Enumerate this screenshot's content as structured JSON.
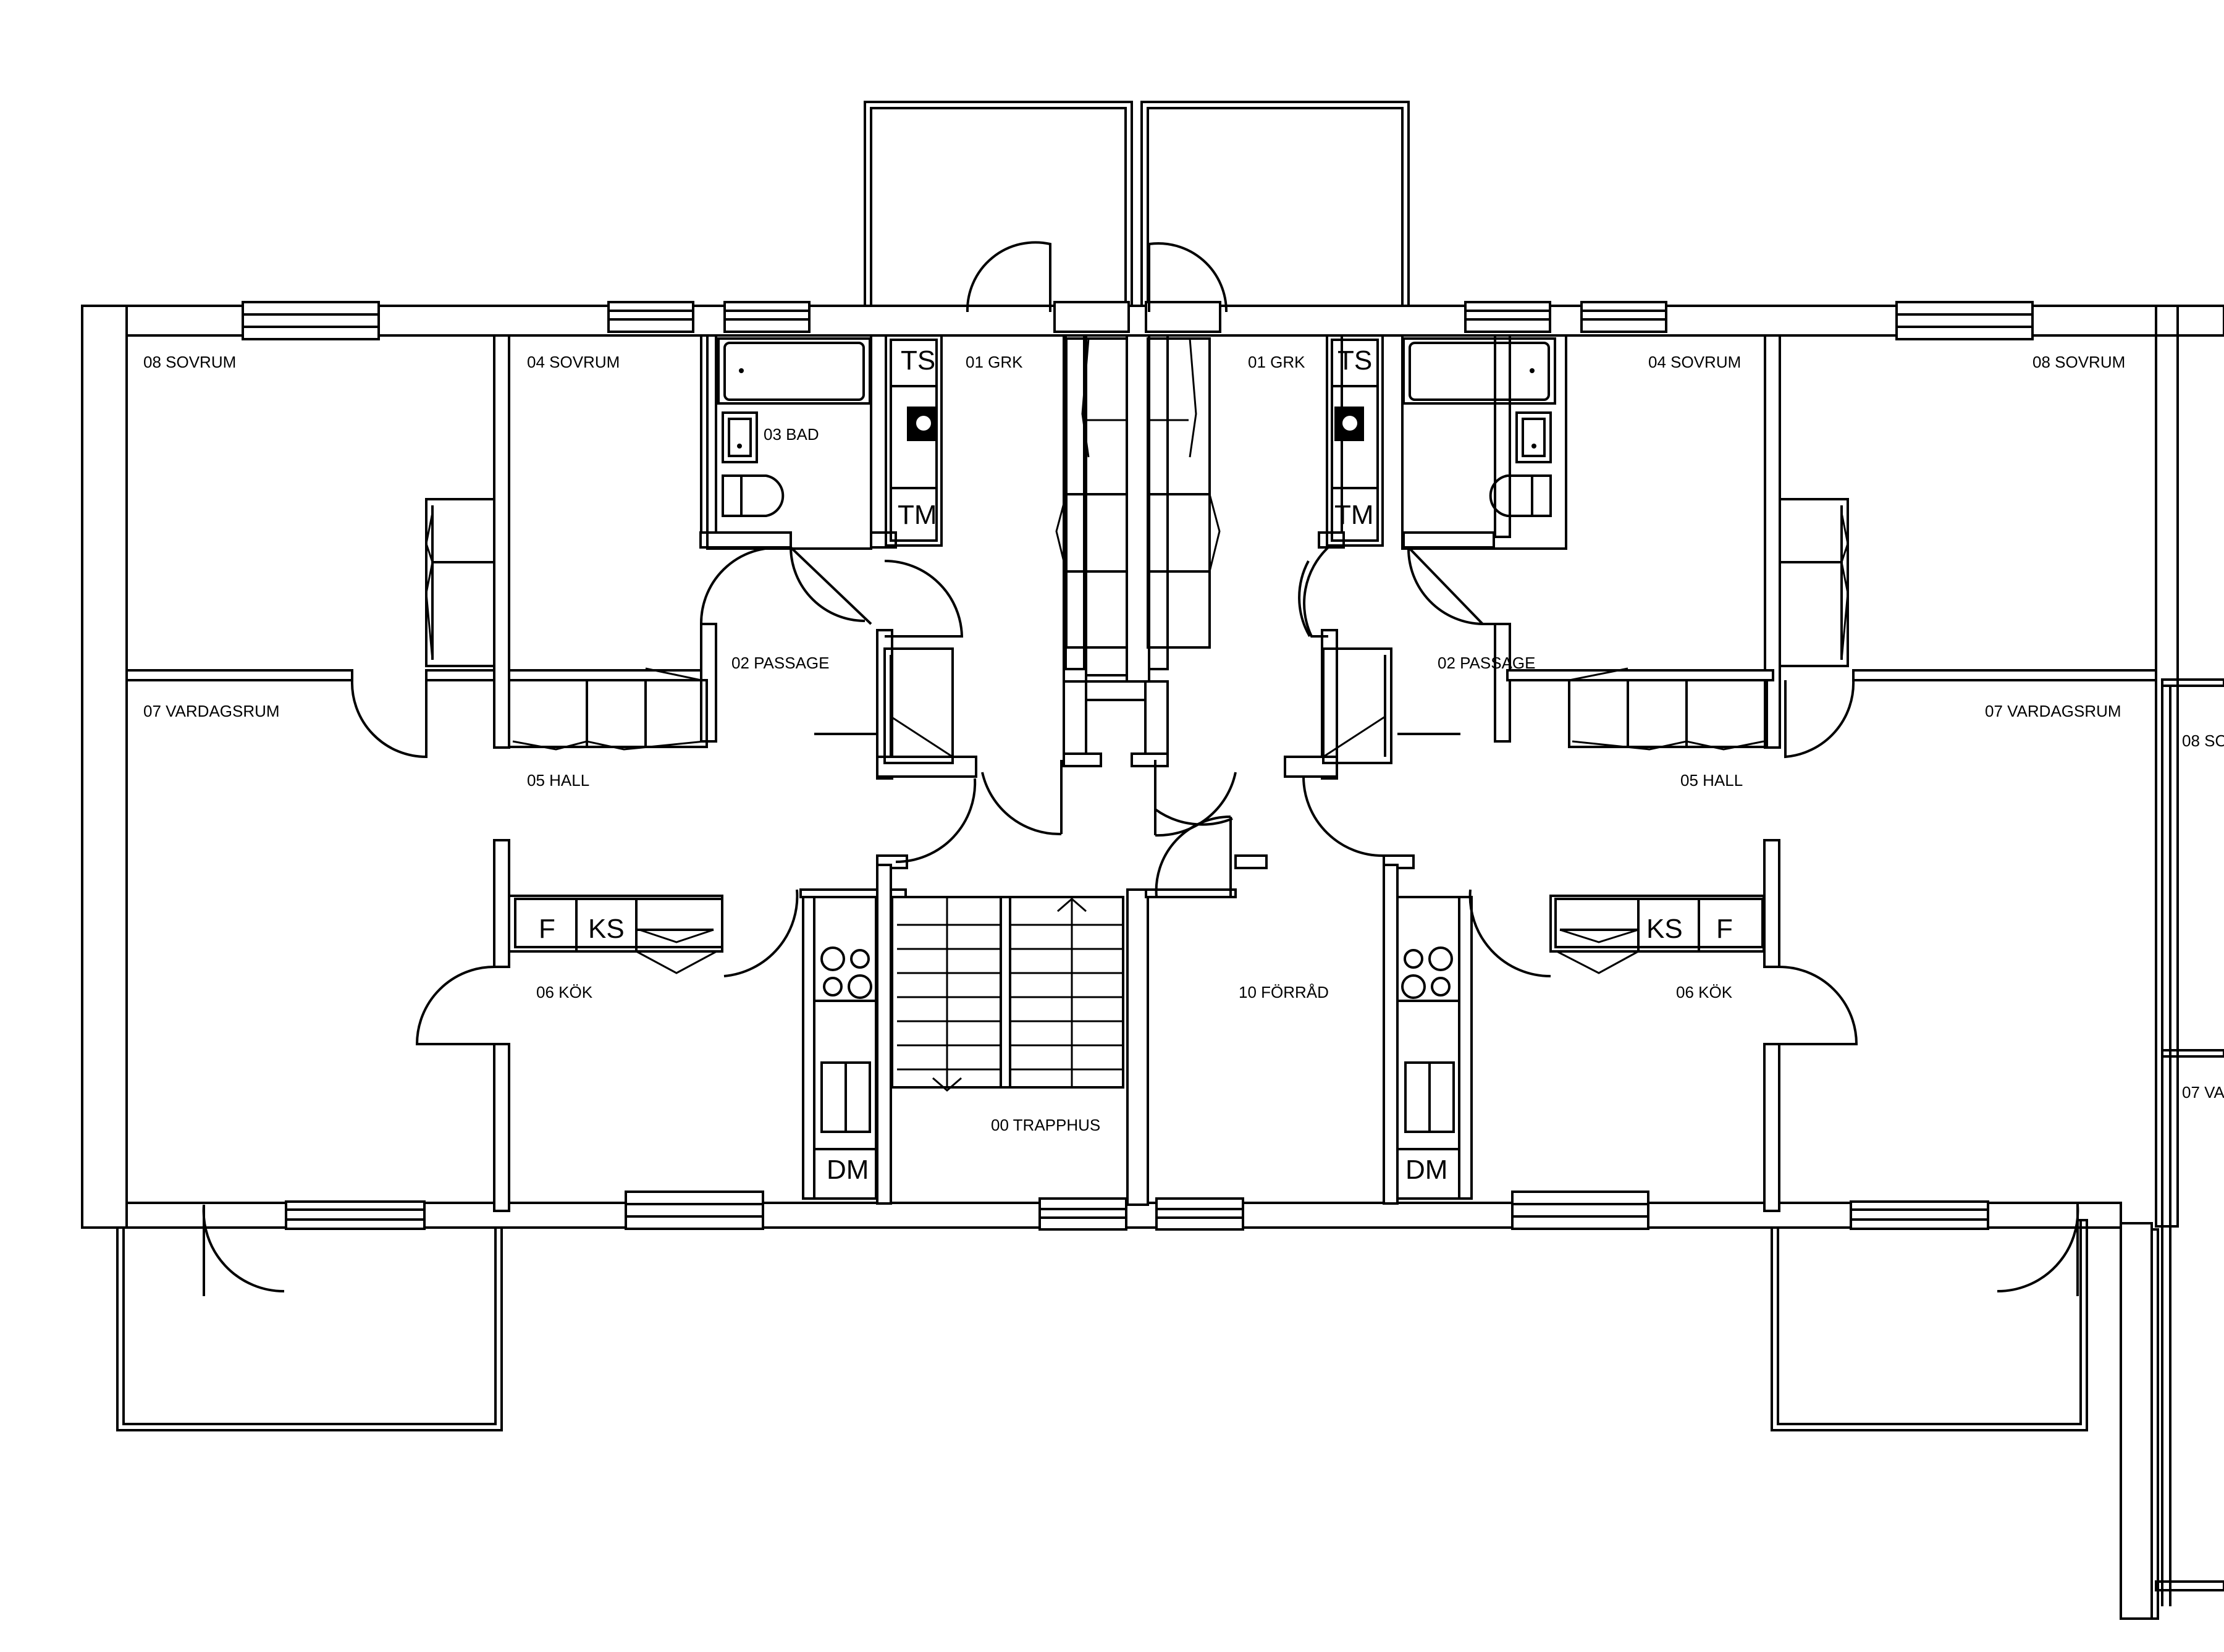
{
  "rooms": {
    "left": {
      "sovrum_08": "08 SOVRUM",
      "sovrum_04": "04 SOVRUM",
      "bad_03": "03 BAD",
      "grk_01": "01 GRK",
      "passage_02": "02 PASSAGE",
      "vardagsrum_07": "07 VARDAGSRUM",
      "hall_05": "05 HALL",
      "kok_06": "06 KÖK"
    },
    "right": {
      "grk_01": "01 GRK",
      "sovrum_04": "04 SOVRUM",
      "sovrum_08": "08 SOVRUM",
      "passage_02": "02 PASSAGE",
      "vardagsrum_07": "07 VARDAGSRUM",
      "hall_05": "05 HALL",
      "kok_06": "06 KÖK"
    },
    "center": {
      "trapphus_00": "00 TRAPPHUS",
      "forrad_10": "10 FÖRRÅD"
    },
    "edge": {
      "sovrum_08": "08 SO",
      "vardagsrum_07": "07 VA"
    }
  },
  "fixtures": {
    "ts": "TS",
    "tm": "TM",
    "f": "F",
    "ks": "KS",
    "dm": "DM"
  }
}
